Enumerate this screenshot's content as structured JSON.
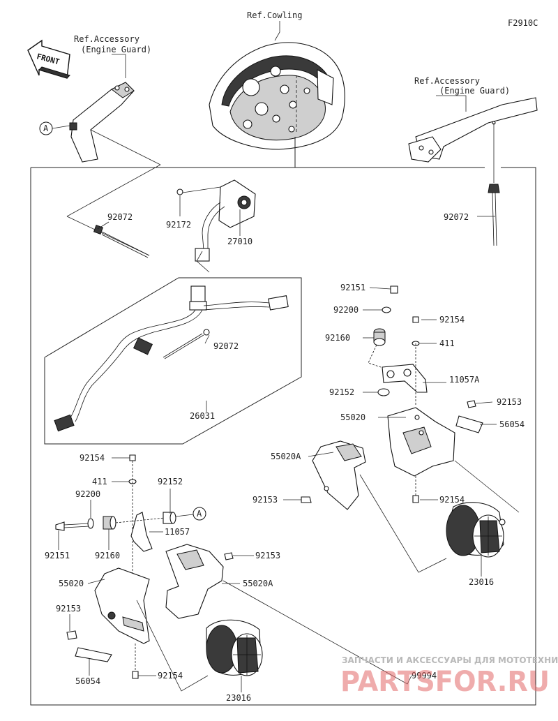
{
  "figure_code": "F2910C",
  "references": {
    "cowling": "Ref.Cowling",
    "accessory_left_line1": "Ref.Accessory",
    "accessory_left_line2": "(Engine Guard)",
    "accessory_right_line1": "Ref.Accessory",
    "accessory_right_line2": "(Engine Guard)"
  },
  "front_arrow": "FRONT",
  "callout_marker": "A",
  "part_labels": {
    "p92072_a": "92072",
    "p92072_b": "92072",
    "p92072_c": "92072",
    "p92172": "92172",
    "p27010": "27010",
    "p26031": "26031",
    "r92151": "92151",
    "r92200": "92200",
    "r92154_a": "92154",
    "r92160": "92160",
    "r411": "411",
    "r11057A": "11057A",
    "r92152": "92152",
    "r92153_a": "92153",
    "r55020": "55020",
    "r56054": "56054",
    "r55020A": "55020A",
    "r92153_b": "92153",
    "r92154_b": "92154",
    "r23016": "23016",
    "l92154_a": "92154",
    "l411": "411",
    "l92152": "92152",
    "l92200": "92200",
    "l92151": "92151",
    "l92160": "92160",
    "l11057": "11057",
    "l92153_a": "92153",
    "l55020": "55020",
    "l55020A": "55020A",
    "l92153_b": "92153",
    "l56054": "56054",
    "l92154_b": "92154",
    "l23016": "23016",
    "p99994": "99994"
  },
  "watermark": {
    "top": "ЗАПЧАСТИ И АКСЕССУАРЫ ДЛЯ МОТОТЕХНИКИ",
    "brand": "PARTSFOR.RU"
  }
}
